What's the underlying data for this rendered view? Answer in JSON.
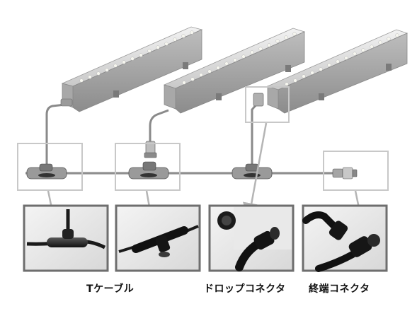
{
  "labels": {
    "t_cable": "Tケーブル",
    "drop_connector": "ドロップコネクタ",
    "end_connector": "終端コネクタ"
  },
  "colors": {
    "frame": "#c8c8c8",
    "photo_border": "#6e6e6e",
    "cable": "#8a8a8a",
    "light_body": "#d9d9d9",
    "led": "#f4f4ee",
    "connector_dark": "#1a1a1a",
    "arrow": "#b5b5b5"
  }
}
